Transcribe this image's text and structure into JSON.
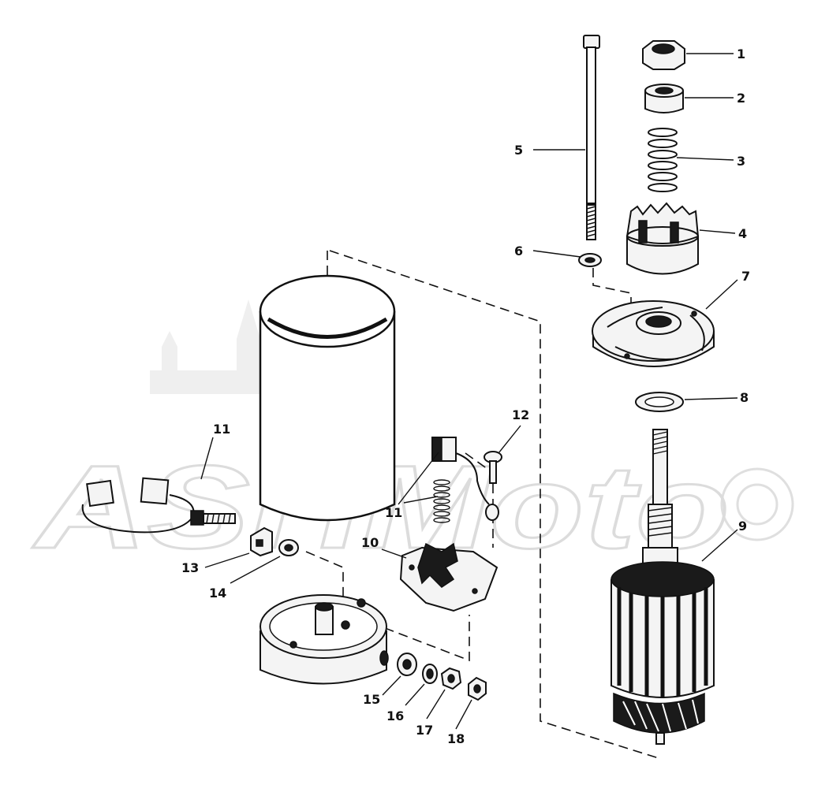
{
  "watermark": {
    "text": "ASHMoto"
  },
  "callouts": [
    {
      "id": "1",
      "label": "1"
    },
    {
      "id": "2",
      "label": "2"
    },
    {
      "id": "3",
      "label": "3"
    },
    {
      "id": "4",
      "label": "4"
    },
    {
      "id": "5",
      "label": "5"
    },
    {
      "id": "6",
      "label": "6"
    },
    {
      "id": "7",
      "label": "7"
    },
    {
      "id": "8",
      "label": "8"
    },
    {
      "id": "9",
      "label": "9"
    },
    {
      "id": "10",
      "label": "10"
    },
    {
      "id": "11a",
      "label": "11"
    },
    {
      "id": "11b",
      "label": "11"
    },
    {
      "id": "12",
      "label": "12"
    },
    {
      "id": "13",
      "label": "13"
    },
    {
      "id": "14",
      "label": "14"
    },
    {
      "id": "15",
      "label": "15"
    },
    {
      "id": "16",
      "label": "16"
    },
    {
      "id": "17",
      "label": "17"
    },
    {
      "id": "18",
      "label": "18"
    }
  ]
}
